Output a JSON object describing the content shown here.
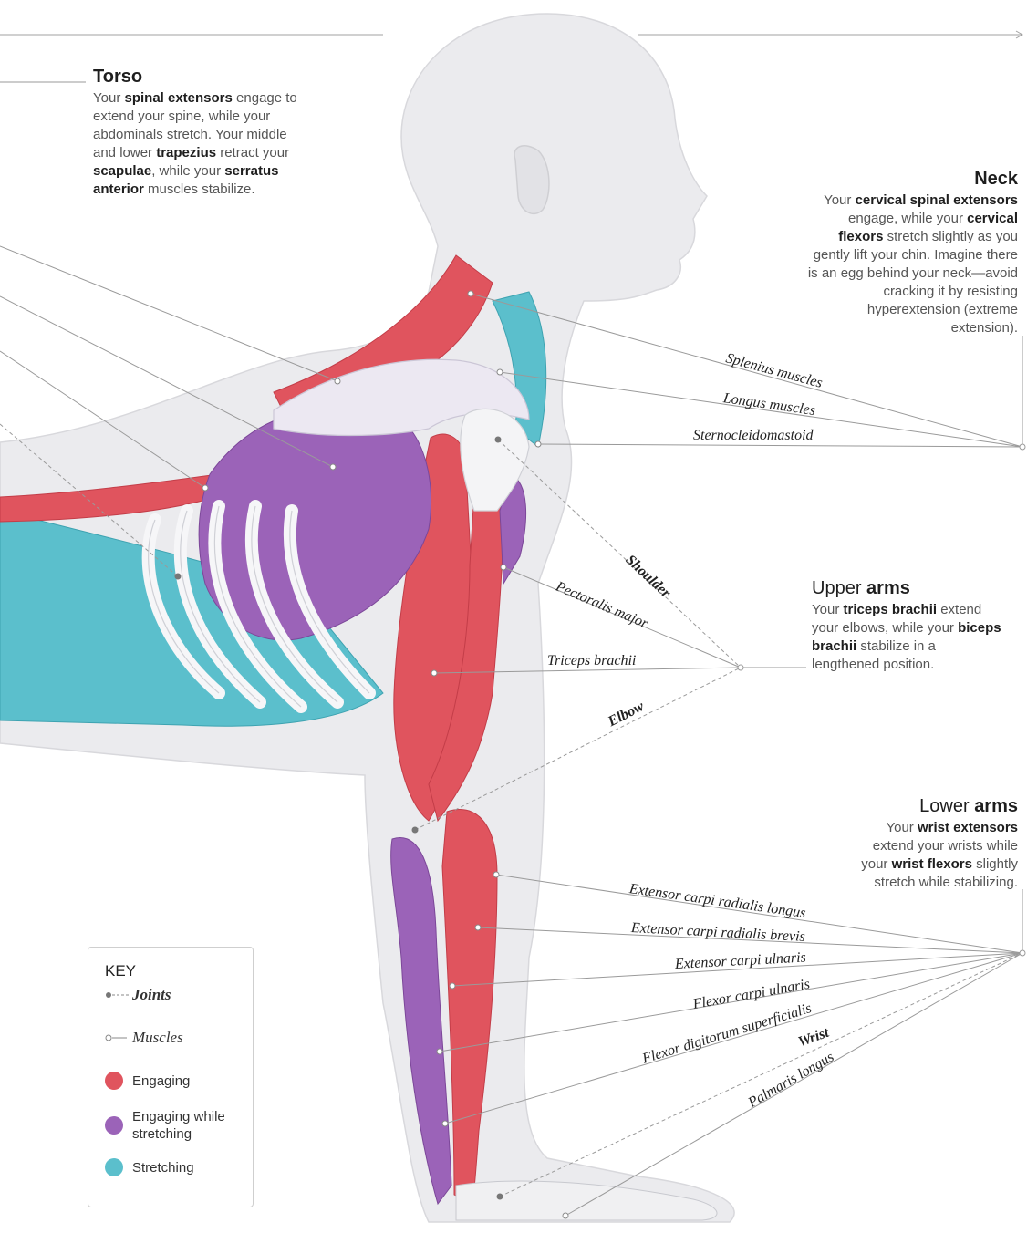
{
  "colors": {
    "engaging": "#e0545e",
    "engaging_stretching": "#9b63b8",
    "stretching": "#5bbfcc",
    "body": "#e9e9ec",
    "bone": "#f4f4f6",
    "line": "#9a9a9a"
  },
  "torso": {
    "title": "Torso",
    "parts": [
      {
        "t": "Your ",
        "b": false
      },
      {
        "t": "spinal extensors",
        "b": true
      },
      {
        "t": " engage to extend your spine, while your abdominals stretch. Your middle and lower ",
        "b": false
      },
      {
        "t": "trapezius",
        "b": true
      },
      {
        "t": " retract your ",
        "b": false
      },
      {
        "t": "scapulae",
        "b": true
      },
      {
        "t": ", while your ",
        "b": false
      },
      {
        "t": "serratus anterior",
        "b": true
      },
      {
        "t": " muscles stabilize.",
        "b": false
      }
    ]
  },
  "neck": {
    "title": "Neck",
    "parts": [
      {
        "t": "Your ",
        "b": false
      },
      {
        "t": "cervical spinal extensors",
        "b": true
      },
      {
        "t": " engage, while your ",
        "b": false
      },
      {
        "t": "cervical flexors",
        "b": true
      },
      {
        "t": " stretch slightly as you gently lift your chin. Imagine there is an egg behind your neck—avoid cracking it by resisting hyperextension (extreme extension).",
        "b": false
      }
    ]
  },
  "upper_arms": {
    "title_light": "Upper ",
    "title_bold": "arms",
    "parts": [
      {
        "t": "Your ",
        "b": false
      },
      {
        "t": "triceps brachii",
        "b": true
      },
      {
        "t": " extend your elbows, while your ",
        "b": false
      },
      {
        "t": "biceps brachii",
        "b": true
      },
      {
        "t": " stabilize in a lengthened position.",
        "b": false
      }
    ]
  },
  "lower_arms": {
    "title_light": "Lower ",
    "title_bold": "arms",
    "parts": [
      {
        "t": "Your ",
        "b": false
      },
      {
        "t": "wrist extensors",
        "b": true
      },
      {
        "t": " extend your wrists while your ",
        "b": false
      },
      {
        "t": "wrist flexors",
        "b": true
      },
      {
        "t": " slightly stretch while stabilizing.",
        "b": false
      }
    ]
  },
  "labels": {
    "splenius": "Splenius muscles",
    "longus": "Longus muscles",
    "scm": "Sternocleidomastoid",
    "shoulder": "Shoulder",
    "pectoralis": "Pectoralis major",
    "triceps": "Triceps brachii",
    "elbow": "Elbow",
    "ecrl": "Extensor carpi radialis longus",
    "ecrb": "Extensor carpi radialis brevis",
    "ecu": "Extensor carpi ulnaris",
    "fcu": "Flexor carpi ulnaris",
    "fds": "Flexor digitorum superficialis",
    "wrist": "Wrist",
    "palmaris": "Palmaris longus"
  },
  "key": {
    "title": "KEY",
    "joints": "Joints",
    "muscles": "Muscles",
    "engaging": "Engaging",
    "engaging_stretching": "Engaging while stretching",
    "stretching": "Stretching"
  }
}
